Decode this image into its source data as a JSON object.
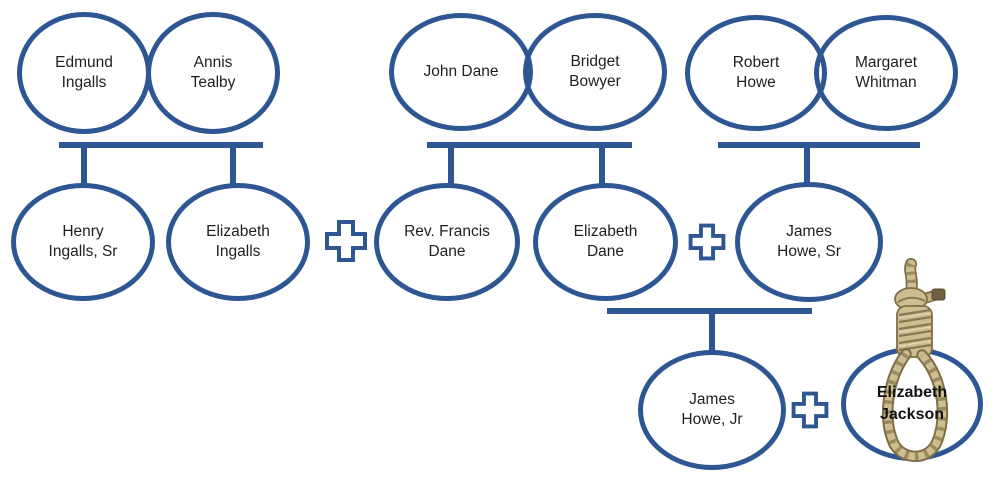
{
  "figure": {
    "type": "family-tree-diagram",
    "title": ""
  },
  "colors": {
    "outline_blue": "#2E5693",
    "text": "#1F1F1F",
    "rope_light": "#CDBE92",
    "rope_dark": "#7E6E45",
    "rope_tip": "#6E5F3D",
    "background": "#FFFFFF"
  },
  "icons": {
    "marriage": "cross-outline",
    "hanged": "noose"
  },
  "nodes": {
    "edmund_ingalls": {
      "line1": "Edmund",
      "line2": "Ingalls"
    },
    "annis_tealby": {
      "line1": "Annis",
      "line2": "Tealby"
    },
    "john_dane": {
      "line1": "John Dane",
      "line2": ""
    },
    "bridget_bowyer": {
      "line1": "Bridget",
      "line2": "Bowyer"
    },
    "robert_howe": {
      "line1": "Robert",
      "line2": "Howe"
    },
    "margaret_whitman": {
      "line1": "Margaret",
      "line2": "Whitman"
    },
    "henry_ingalls_sr": {
      "line1": "Henry",
      "line2": "Ingalls, Sr"
    },
    "elizabeth_ingalls": {
      "line1": "Elizabeth",
      "line2": "Ingalls"
    },
    "rev_francis_dane": {
      "line1": "Rev. Francis",
      "line2": "Dane"
    },
    "elizabeth_dane": {
      "line1": "Elizabeth",
      "line2": "Dane"
    },
    "james_howe_sr": {
      "line1": "James",
      "line2": "Howe, Sr"
    },
    "james_howe_jr": {
      "line1": "James",
      "line2": "Howe, Jr"
    },
    "elizabeth_jackson": {
      "line1": "Elizabeth",
      "line2": "Jackson"
    }
  }
}
